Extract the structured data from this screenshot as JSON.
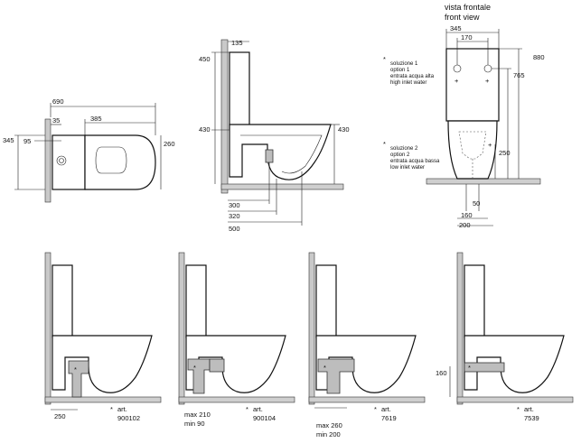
{
  "views": {
    "top": {
      "dims": {
        "d690": "690",
        "d35": "35",
        "d385": "385",
        "d345": "345",
        "d95": "95",
        "d260": "260"
      }
    },
    "side": {
      "dims": {
        "d135": "135",
        "d450": "450",
        "d430a": "430",
        "d430b": "430",
        "d300": "300",
        "d320": "320",
        "d500": "500"
      }
    },
    "front": {
      "title_it": "vista frontale",
      "title_en": "front view",
      "dims": {
        "d345": "345",
        "d170": "170",
        "d880": "880",
        "d765": "765",
        "d250": "250",
        "d50": "50",
        "d160": "160",
        "d200": "200"
      },
      "option1": [
        "soluzione 1",
        "option 1",
        "entrata acqua alta",
        "high inlet water"
      ],
      "option2": [
        "soluzione 2",
        "option 2",
        "entrata acqua bassa",
        "low inlet water"
      ]
    }
  },
  "variants": [
    {
      "art_label": "art.",
      "art": "900102",
      "dims": [
        "250"
      ]
    },
    {
      "art_label": "art.",
      "art": "900104",
      "dims": [
        "max 210",
        "min 90"
      ]
    },
    {
      "art_label": "art.",
      "art": "7619",
      "dims": [
        "max 260",
        "min 200"
      ]
    },
    {
      "art_label": "art.",
      "art": "7539",
      "dims": [
        "160"
      ]
    }
  ],
  "symbols": {
    "star": "*",
    "plus": "+"
  }
}
